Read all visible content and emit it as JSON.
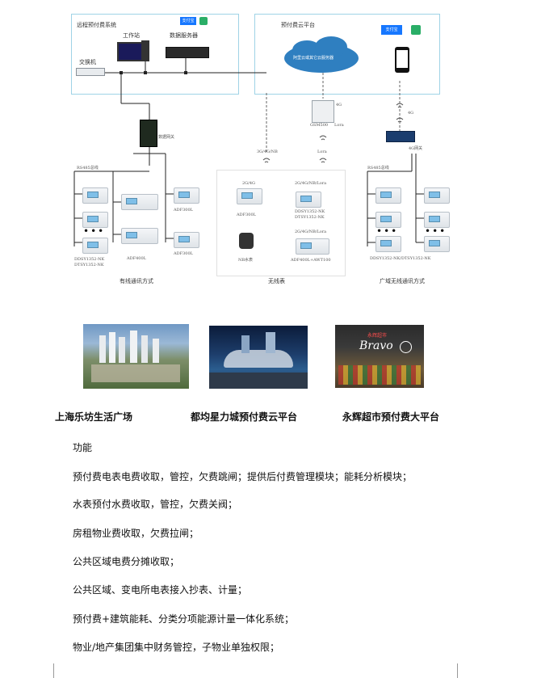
{
  "diagram": {
    "remote_system_title": "远程预付费系统",
    "workstation_label": "工作站",
    "database_server_label": "数据服务器",
    "switch_label": "交换机",
    "cloud_platform_title": "预付费云平台",
    "cloud_server_label": "阿里云或其它云服务器",
    "alipay_label": "支付宝",
    "gateway_label": "数据网关",
    "gsm500_label": "GSM500",
    "lora_label": "Lora",
    "lora_label2": "Lora",
    "lora_label3": "Lora",
    "net_3g4gnb": "3G/4G/NB",
    "net_4g_a": "4G",
    "net_4g_b": "4G",
    "net_4g_gateway": "4G网关",
    "rs485_left": "RS485总线",
    "rs485_right": "RS485总线",
    "wired": {
      "meter_left_label": "DDSY1352-NK\nDTSY1352-NK",
      "meter_mid_label": "ADF400L",
      "meter_right_label1": "ADF300L",
      "meter_right_label2": "ADF300L",
      "section_title": "有线通讯方式"
    },
    "wireless": {
      "tag_a": "2G/4G",
      "tag_b": "2G/4G/NB/Lora",
      "tag_c": "2G/4G/NB/Lora",
      "item_a": "ADF300L",
      "item_b": "DDSY1352-NK\nDTSY1352-NK",
      "item_c": "NB水表",
      "item_d": "ADF400L+AWT100",
      "section_title": "无线表"
    },
    "wan": {
      "meter_label": "DDSY1352-NK/DTSY1352-NK",
      "section_title": "广域无线通讯方式"
    }
  },
  "cases": [
    {
      "caption": "上海乐坊生活广场"
    },
    {
      "caption": "都均星力城预付费云平台"
    },
    {
      "caption": "永辉超市预付费大平台"
    }
  ],
  "store_sign": "Bravo",
  "store_sign_cn": "永辉超市",
  "features": {
    "heading": "功能",
    "items": [
      "预付费电表电费收取，管控，欠费跳闸；提供后付费管理模块；能耗分析模块；",
      "水表预付水费收取，管控，欠费关阀；",
      "房租物业费收取，欠费拉闸；",
      "公共区域电费分摊收取；",
      "公共区域、变电所电表接入抄表、计量；",
      "预付费+建筑能耗、分类分项能源计量一体化系统；",
      "物业/地产集团集中财务管控，子物业单独权限；"
    ]
  }
}
